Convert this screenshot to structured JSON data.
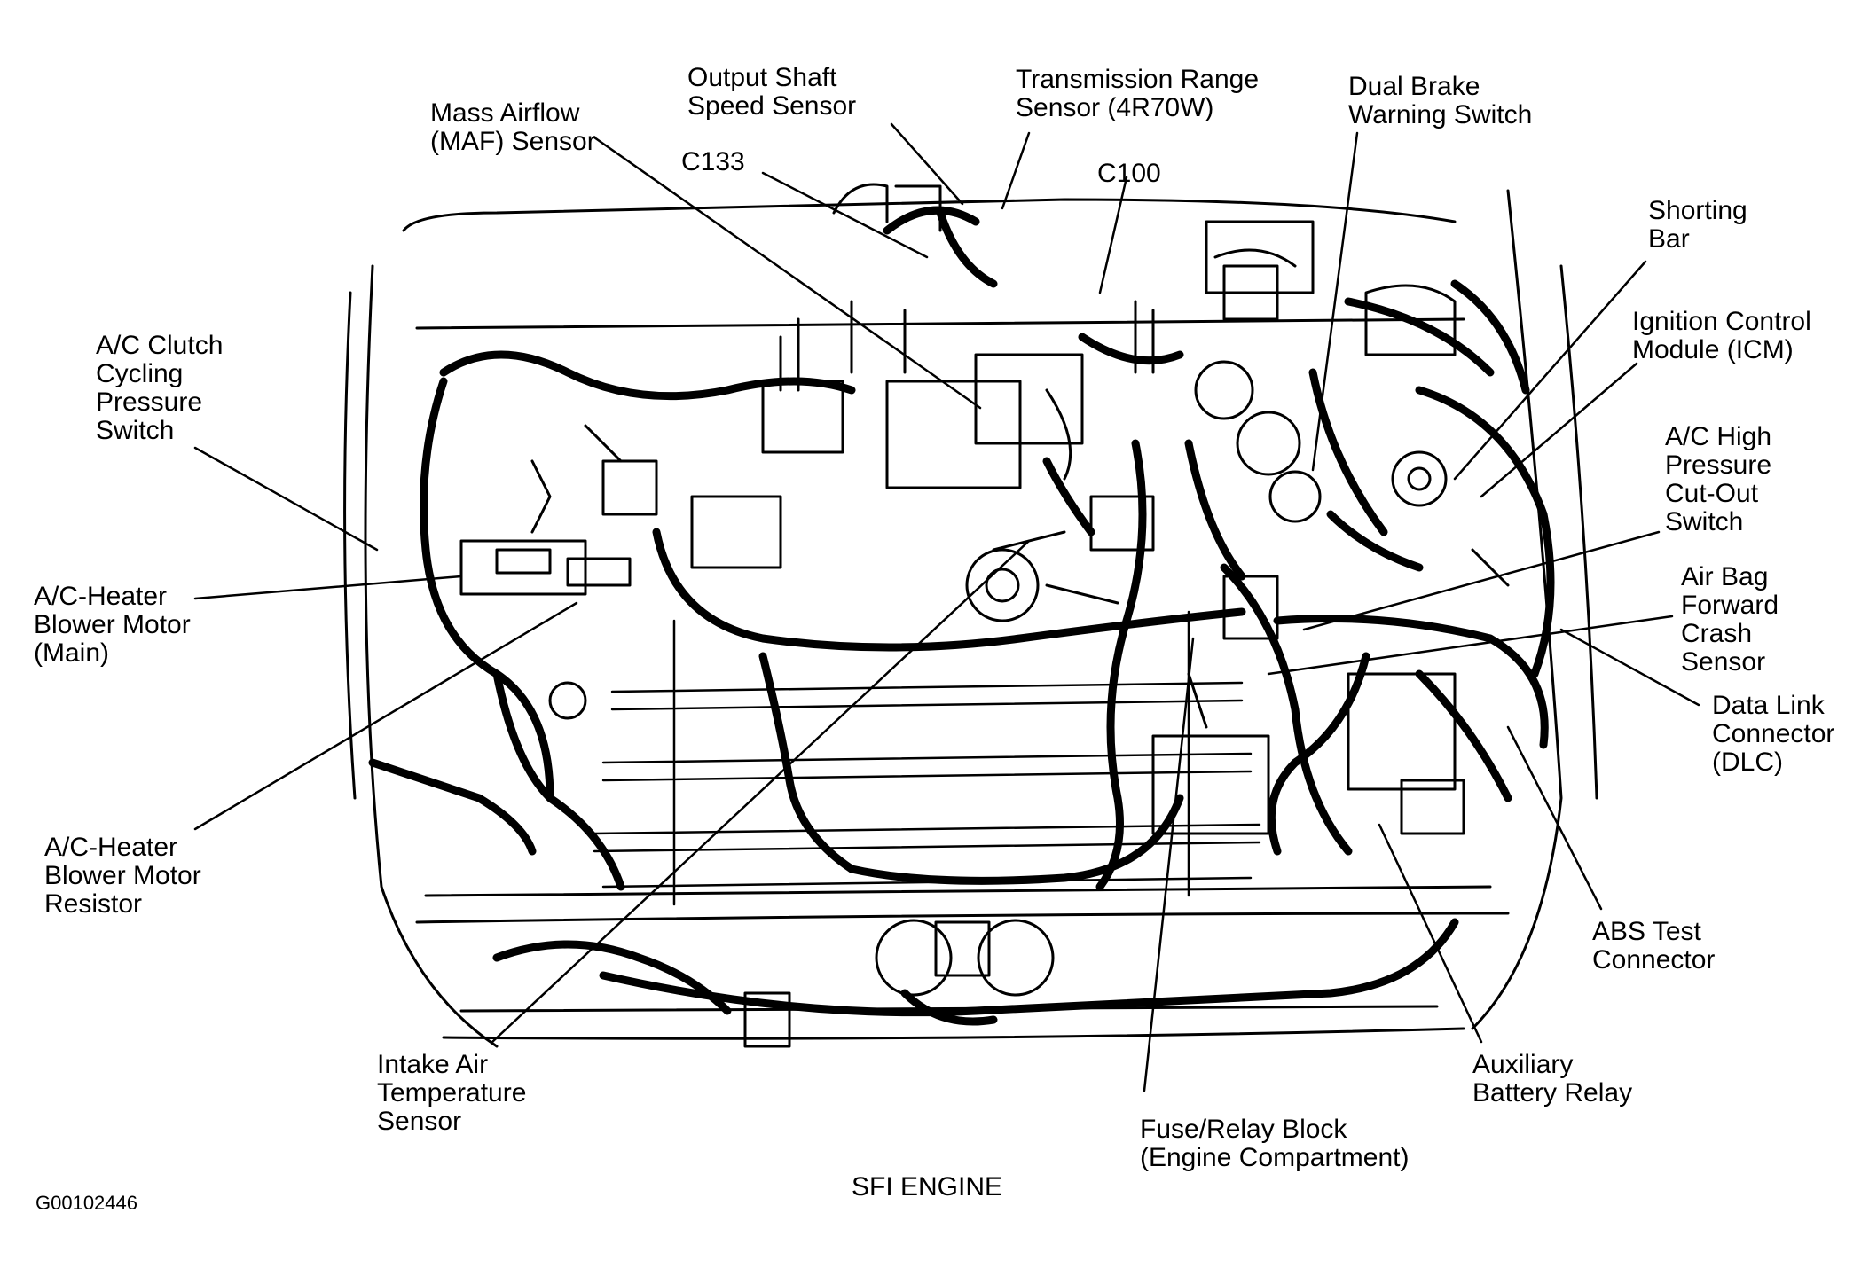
{
  "figure": {
    "caption": "SFI ENGINE",
    "figure_id": "G00102446"
  },
  "labels": {
    "output_shaft_speed_sensor": [
      "Output Shaft",
      "Speed Sensor"
    ],
    "transmission_range_sensor": [
      "Transmission Range",
      "Sensor (4R70W)"
    ],
    "mass_airflow_sensor": [
      "Mass Airflow",
      "(MAF) Sensor"
    ],
    "c133": [
      "C133"
    ],
    "c100": [
      "C100"
    ],
    "dual_brake_warning_switch": [
      "Dual Brake",
      "Warning Switch"
    ],
    "shorting_bar": [
      "Shorting",
      "Bar"
    ],
    "ignition_control_module": [
      "Ignition Control",
      "Module (ICM)"
    ],
    "ac_clutch_cycling_pressure_switch": [
      "A/C Clutch",
      "Cycling",
      "Pressure",
      "Switch"
    ],
    "ac_high_pressure_cutout_switch": [
      "A/C High",
      "Pressure",
      "Cut-Out",
      "Switch"
    ],
    "ac_heater_blower_motor_main": [
      "A/C-Heater",
      "Blower Motor",
      "(Main)"
    ],
    "air_bag_forward_crash_sensor": [
      "Air Bag",
      "Forward",
      "Crash",
      "Sensor"
    ],
    "data_link_connector": [
      "Data Link",
      "Connector",
      "(DLC)"
    ],
    "ac_heater_blower_motor_resistor": [
      "A/C-Heater",
      "Blower Motor",
      "Resistor"
    ],
    "abs_test_connector": [
      "ABS Test",
      "Connector"
    ],
    "intake_air_temperature_sensor": [
      "Intake Air",
      "Temperature",
      "Sensor"
    ],
    "auxiliary_battery_relay": [
      "Auxiliary",
      "Battery Relay"
    ],
    "fuse_relay_block": [
      "Fuse/Relay Block",
      "(Engine Compartment)"
    ]
  },
  "colors": {
    "ink": "#000000",
    "paper": "#ffffff"
  }
}
